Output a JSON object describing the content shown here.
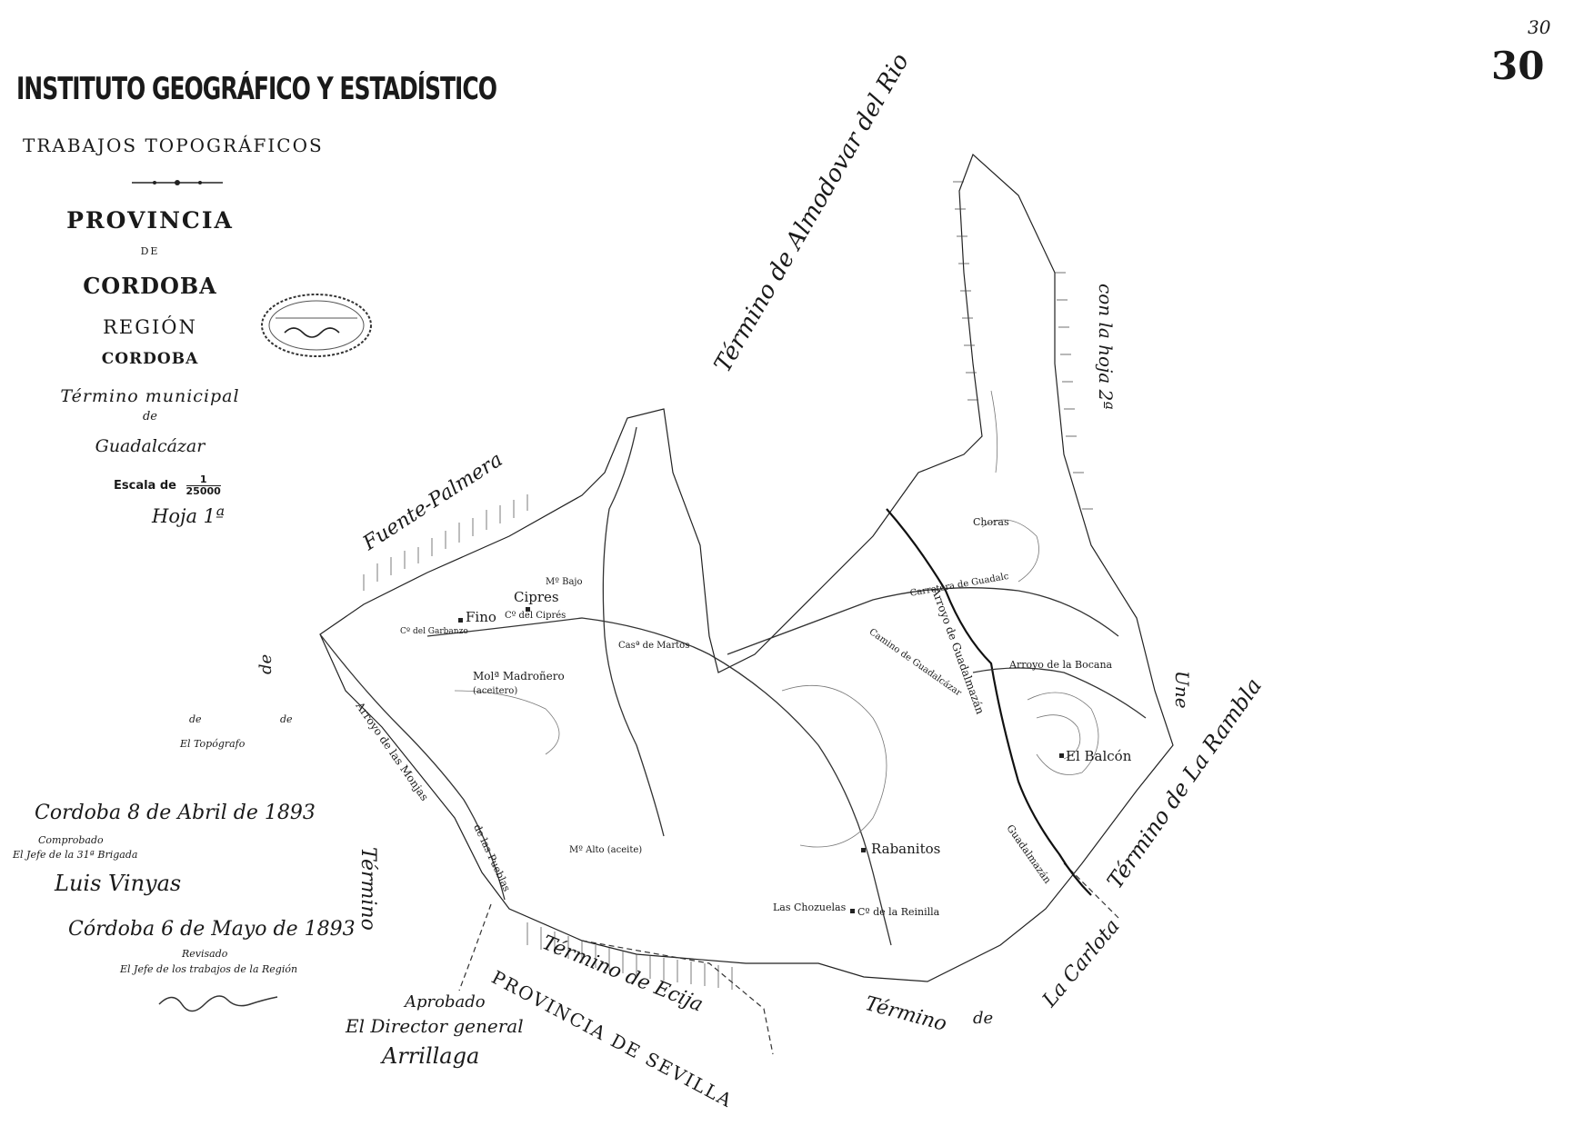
{
  "header": {
    "institute": "INSTITUTO GEOGRÁFICO Y ESTADÍSTICO",
    "subtitle": "TRABAJOS TOPOGRÁFICOS",
    "province_label": "PROVINCIA",
    "de": "DE",
    "province": "CORDOBA",
    "region_label": "REGIÓN",
    "region": "CORDOBA",
    "municipal_label": "Término municipal",
    "de_small": "de",
    "municipality": "Guadalcázar",
    "scale_label": "Escala de",
    "scale_numerator": "1",
    "scale_denominator": "25000",
    "sheet": "Hoja 1ª"
  },
  "page_number": "30",
  "page_number_handwritten": "30",
  "signatures": {
    "topografo_de": "de",
    "topografo_de2": "de",
    "topografo": "El Topógrafo",
    "date1": "Cordoba 8 de Abril de 1893",
    "comprobado": "Comprobado",
    "jefe_brigada": "El Jefe de la 31ª Brigada",
    "signature1": "Luis Vinyas",
    "date2": "Córdoba 6 de Mayo de 1893",
    "revisado": "Revisado",
    "jefe_region": "El Jefe de los trabajos de la Región",
    "aprobado": "Aprobado",
    "director": "El Director general",
    "signature3": "Arrillaga"
  },
  "map": {
    "boundary_labels": {
      "almodovar": "Término de Almodovar del Rio",
      "fuente_palmera": "Fuente-Palmera",
      "de_fp": "de",
      "termino_left": "Término",
      "la_rambla": "Término de La Rambla",
      "la_carlota": "La Carlota",
      "termino_de": "Término",
      "de_lc": "de",
      "ecija": "Término de Ecija",
      "provincia_sevilla": "PROVINCIA DE SEVILLA",
      "hoja_vertical": "con la hoja 2ª",
      "hoja_right": "Une"
    },
    "places": {
      "fino": "Fino",
      "cipres": "Cipres",
      "mo_bajo": "Mº Bajo",
      "cortijo_cipres": "Cº del Ciprés",
      "molino_madronero": "Molª Madroñero",
      "aceitero": "(aceitero)",
      "cortijo_garbanzo": "Cº del Garbanzo",
      "casa_martos": "Casª de Martos",
      "mo_alto": "Mº Alto (aceite)",
      "rabanitos": "Rabanitos",
      "las_chozuelas": "Las Chozuelas",
      "cortijo_reinilla": "Cº de la Reinilla",
      "el_balcon": "El Balcón",
      "choras": "Choras",
      "arroyo_guadalmazan": "Arroyo de Guadalmazán",
      "arroyo_bocana": "Arroyo de la Bocana",
      "guadalmazan": "Guadalmazán",
      "arroyo_monjas": "Arroyo de las Monjas",
      "las_pueblas": "de las Pueblas",
      "camino_guadalcazar": "Camino de Guadalcázar",
      "carretera": "Carretera de Guadalc"
    }
  },
  "colors": {
    "ink": "#1a1a1a",
    "paper": "#ffffff"
  }
}
